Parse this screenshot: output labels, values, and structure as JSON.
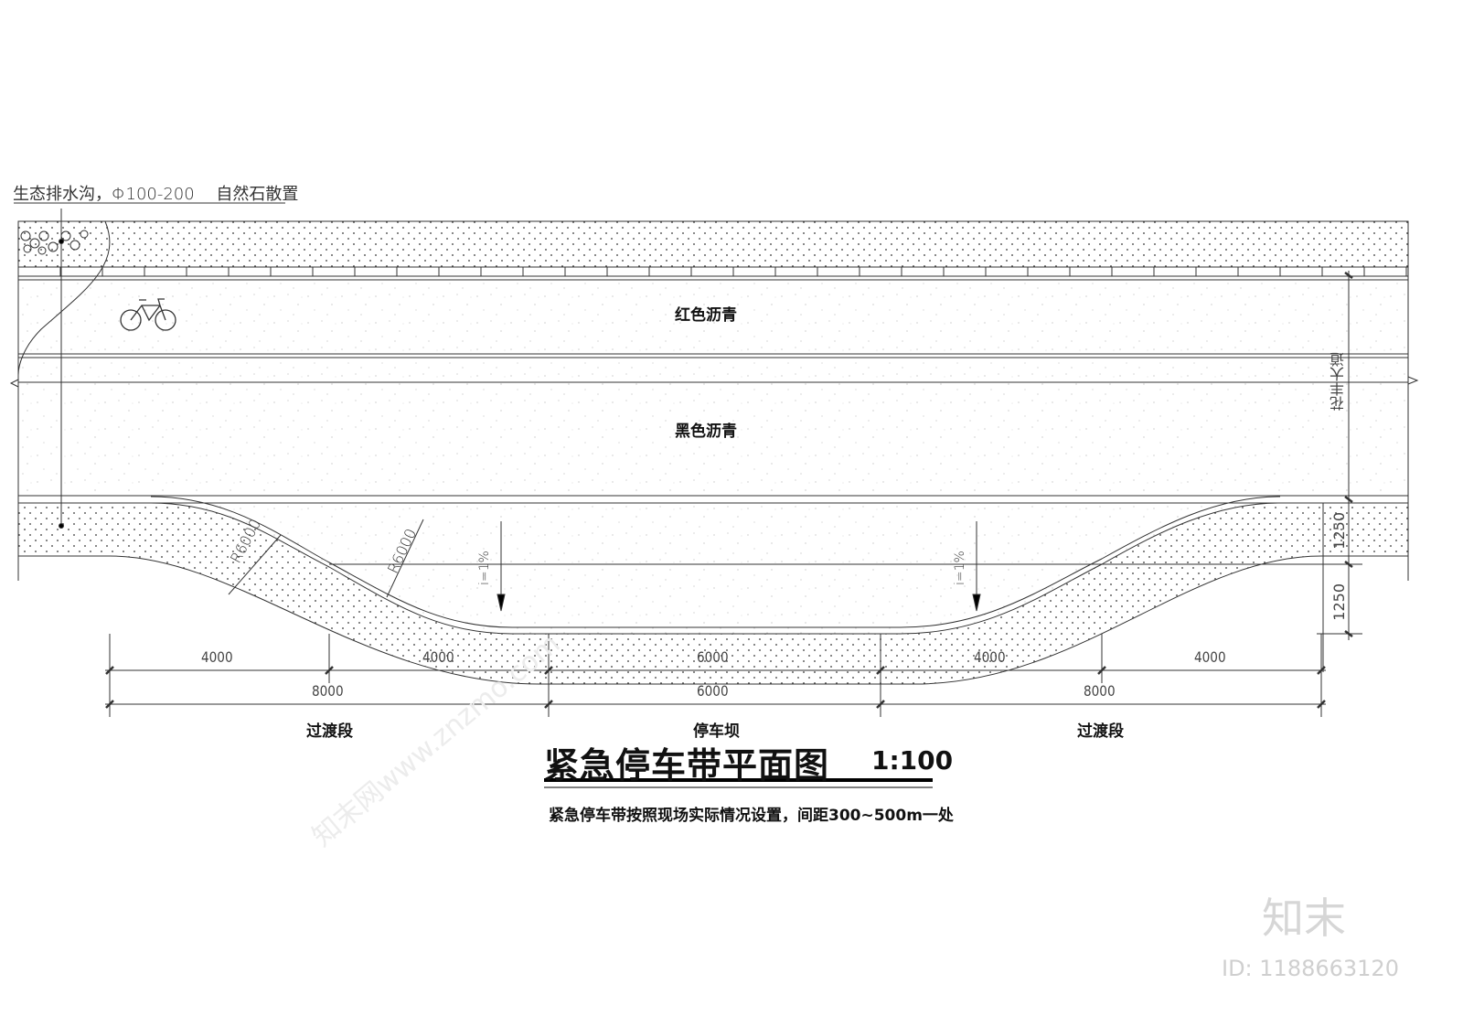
{
  "drawing": {
    "callout_label": "生态排水沟，Φ100-200　 自然石散置",
    "red_asphalt_label": "红色沥青",
    "black_asphalt_label": "黑色沥青",
    "road_name": "花丰大道",
    "radius_left": "R6000",
    "radius_right": "R6000",
    "slope_left": "i=1%",
    "slope_right": "i=1%",
    "right_dims": [
      "1250",
      "1250"
    ],
    "dims_row1": [
      "4000",
      "4000",
      "6000",
      "4000",
      "4000"
    ],
    "dims_row2": [
      "8000",
      "6000",
      "8000"
    ],
    "segments": [
      "过渡段",
      "停车坝",
      "过渡段"
    ],
    "title": "紧急停车带平面图",
    "scale": "1:100",
    "note": "紧急停车带按照现场实际情况设置，间距300~500m一处",
    "icon": "bicycle-icon"
  },
  "watermark": {
    "brand": "知末",
    "id": "ID: 1188663120",
    "site": "知末网www.znzmo.com"
  }
}
